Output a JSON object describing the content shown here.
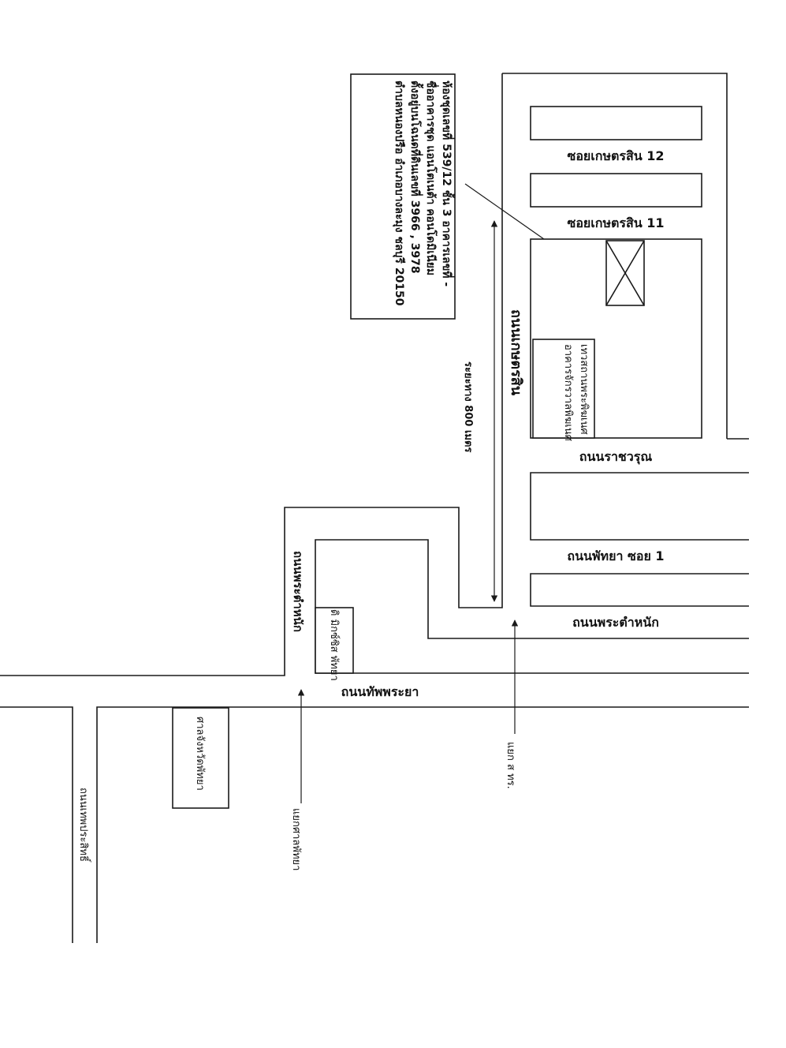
{
  "map": {
    "note_lines": [
      "ห้องชุดเลขที่ 539/12 ชั้น 3 อาคารเลขที่ -",
      "ชื่ออาคารชุด แอนโตเนต้า คอนโดมิเนียม",
      "ตั้งอยู่บนโฉนดที่ดินเลขที่ 3966 , 3978",
      "ตำบลหนองปรือ อำเภอบางละมุง ชลบุรี 20150"
    ],
    "roads": {
      "soi_12": "ซอยเกษตรสิน 12",
      "soi_11": "ซอยเกษตรสิน 11",
      "kaset_sin": "ถนนเกษตรสิน",
      "ratchawarun": "ถนนราชวรุณ",
      "pattaya_soi1": "ถนนพัทยา ซอย 1",
      "phra_tamnak_h": "ถนนพระตำหนัก",
      "phra_tamnak_v": "ถนนพระตำหนัก",
      "thappraya": "ถนนทัพพระยา",
      "thep_prasit": "ถนนเทพประสิทธิ์"
    },
    "places": {
      "church": "เทวสถานพระพิฆเนศ",
      "church_sub": "อาคารจักรวาลพิฆเนศ",
      "mix_pattaya": "ดิ มิกซ์ซิส พัทยา",
      "court": "ศาลจังหวัดพัทยา"
    },
    "distance": "ระยะทาง 800 เมตร",
    "junction_sor_tor_ror": "แยก ส ทร.",
    "junction_court": "แยกศาลพัทยา"
  }
}
